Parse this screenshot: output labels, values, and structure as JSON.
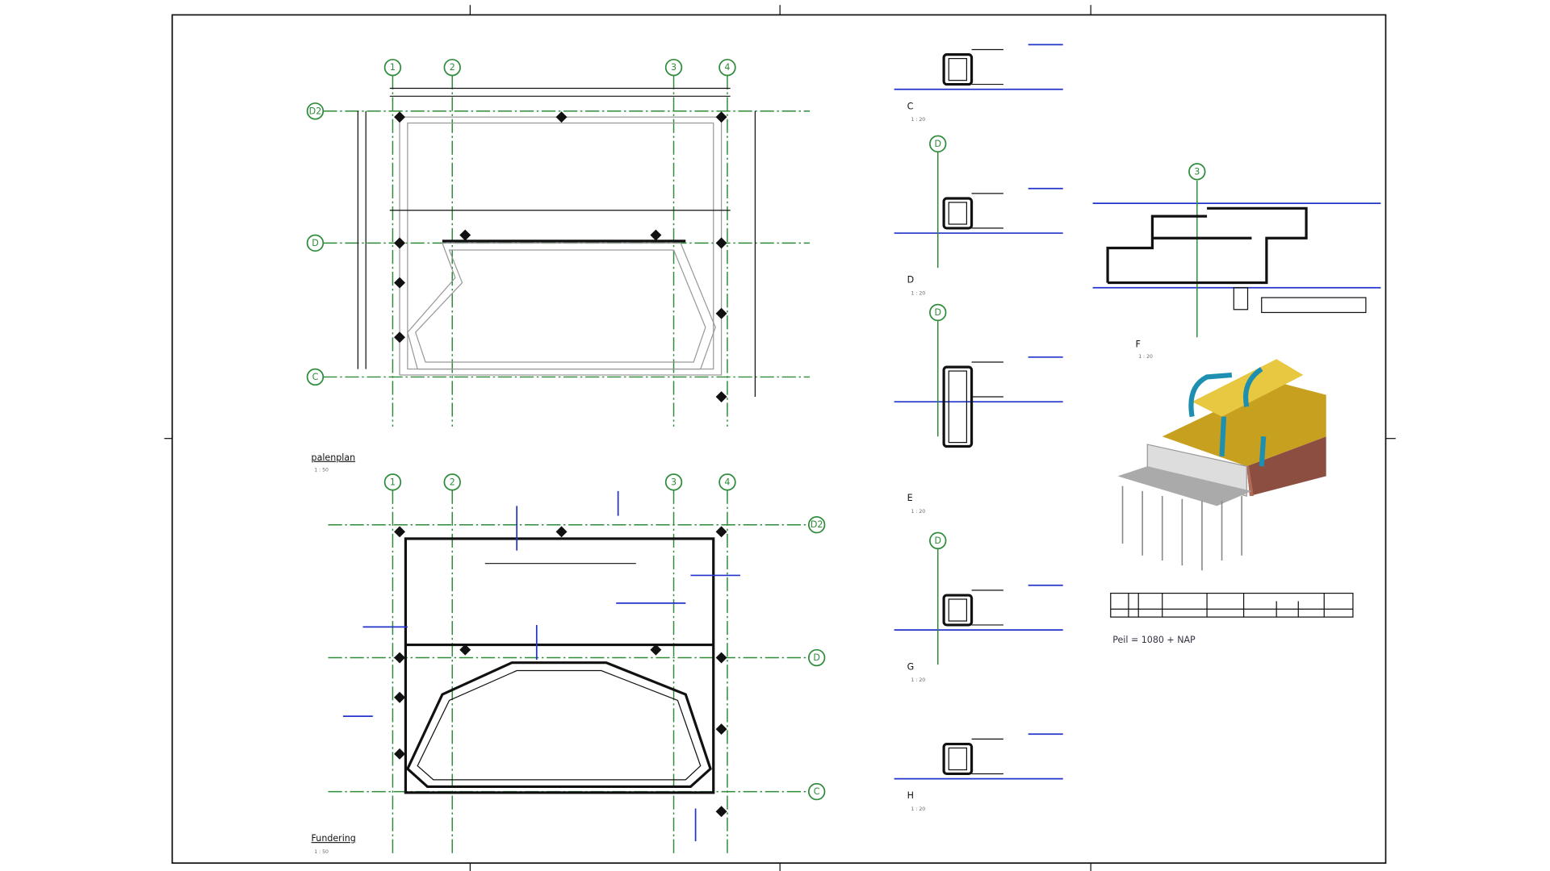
{
  "sheet": {
    "plan_top": {
      "title": "palenplan",
      "scale": "1 : 50"
    },
    "plan_bottom": {
      "title": "Fundering",
      "scale": "1 : 50"
    },
    "grid_columns": [
      "1",
      "2",
      "3",
      "4"
    ],
    "grid_rows": [
      "D2",
      "D",
      "C"
    ],
    "sections": [
      {
        "label": "C",
        "scale": "1 : 20",
        "bubble": ""
      },
      {
        "label": "D",
        "scale": "1 : 20",
        "bubble": "D"
      },
      {
        "label": "E",
        "scale": "1 : 20",
        "bubble": "D"
      },
      {
        "label": "G",
        "scale": "1 : 20",
        "bubble": "D"
      },
      {
        "label": "H",
        "scale": "1 : 20",
        "bubble": ""
      }
    ],
    "section_f": {
      "label": "F",
      "scale": "1 : 20",
      "bubble": "3"
    },
    "peil_note": "Peil = 1080 + NAP",
    "colors": {
      "grid": "#2e8b3a",
      "annotation": "#2233cc",
      "roof": "#c8a020",
      "frame": "#1e8fb0",
      "brick": "#9a5a4a"
    }
  }
}
